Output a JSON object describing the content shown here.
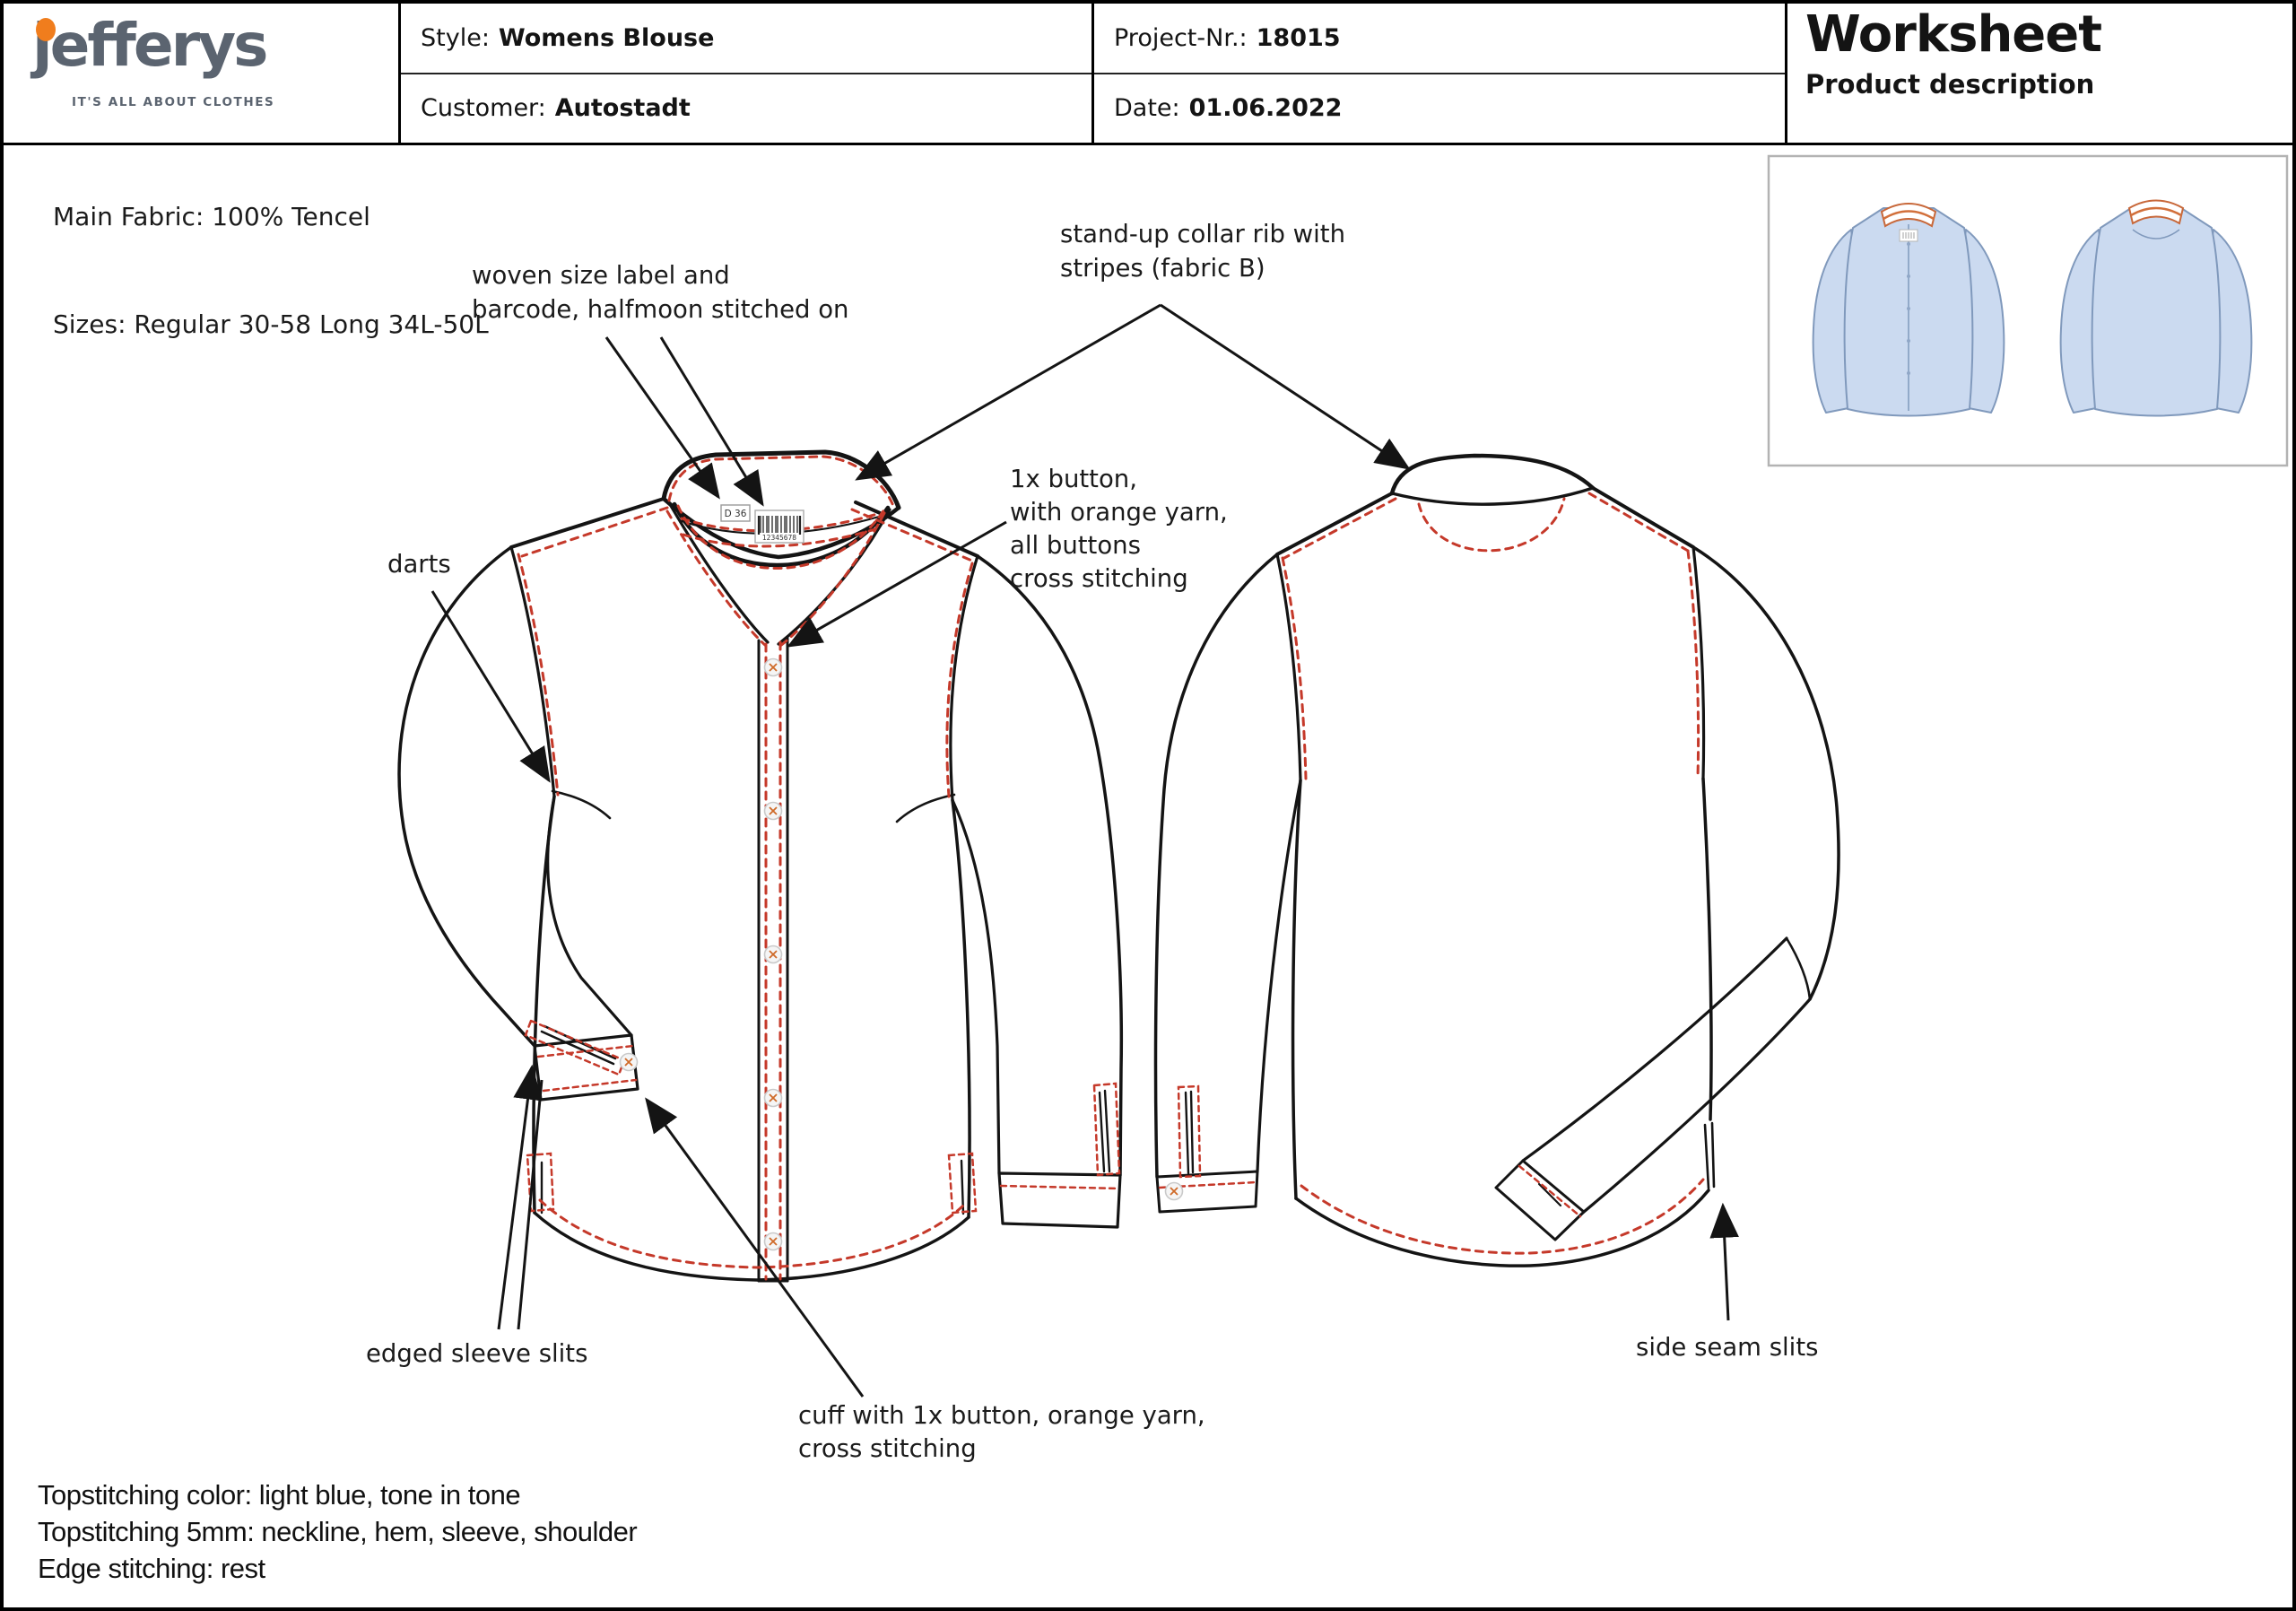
{
  "header": {
    "logo": {
      "brand": "jefferys",
      "tagline": "IT'S ALL ABOUT CLOTHES"
    },
    "fields": {
      "style_label": "Style:",
      "style_value": "Womens Blouse",
      "customer_label": "Customer:",
      "customer_value": "Autostadt",
      "project_label": "Project-Nr.:",
      "project_value": "18015",
      "date_label": "Date:",
      "date_value": "01.06.2022"
    },
    "title": "Worksheet",
    "subtitle": "Product description"
  },
  "info": {
    "main_fabric": "Main Fabric:\n100% Tencel",
    "sizes": "Sizes:\nRegular 30-58\nLong 34L-50L"
  },
  "annotations": {
    "woven_label": "woven size label and\nbarcode,  halfmoon stitched on",
    "collar": "stand-up collar rib with\nstripes (fabric B)",
    "button": "1x button,\nwith orange yarn,\nall buttons\ncross stitching",
    "darts": "darts",
    "sleeve_slits": "edged sleeve slits",
    "cuff": "cuff with 1x button, orange yarn,\n cross stitching",
    "side_seam": "side seam slits"
  },
  "footer": {
    "line1": "Topstitching color: light blue, tone in tone",
    "line2": "Topstitching 5mm: neckline, hem, sleeve, shoulder",
    "line3": "Edge stitching: rest"
  },
  "drawing": {
    "size_label": "D 36",
    "barcode_number": "12345678"
  },
  "colors": {
    "stitch_red": "#c5392a",
    "line_black": "#141414",
    "logo_orange": "#f07d1d",
    "logo_gray": "#5b6470",
    "thumb_body_blue": "#cbdaf0",
    "thumb_outline": "#8099bc",
    "collar_orange": "#d2703b",
    "button_orange": "#cf6a28"
  }
}
